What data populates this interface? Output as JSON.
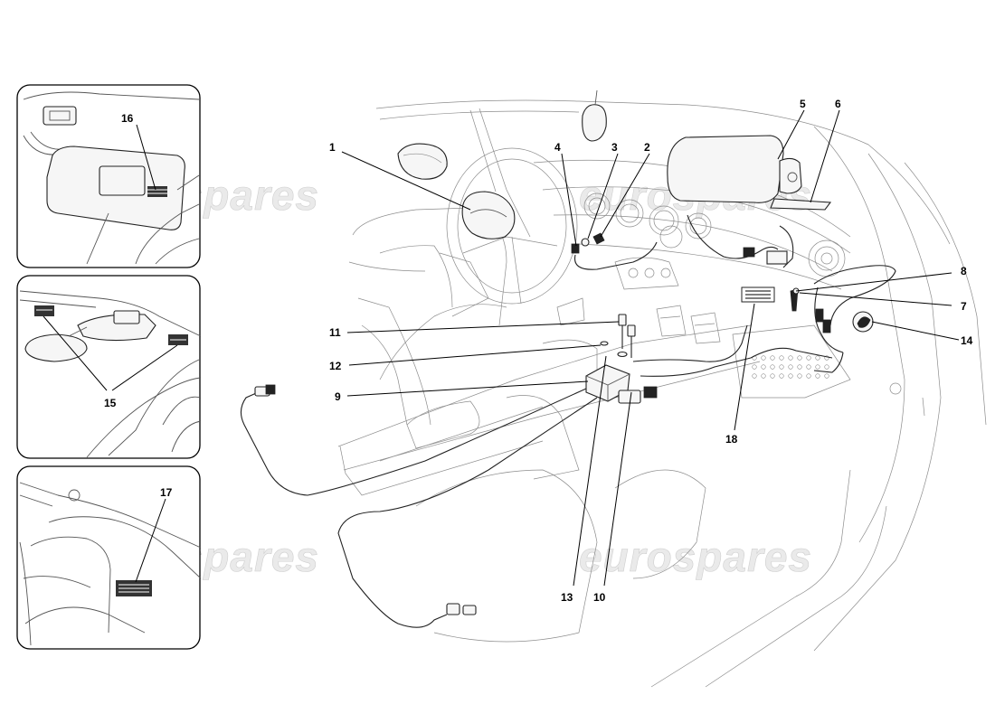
{
  "watermark": "eurospares",
  "callouts": {
    "c1": "1",
    "c2": "2",
    "c3": "3",
    "c4": "4",
    "c5": "5",
    "c6": "6",
    "c7": "7",
    "c8": "8",
    "c9": "9",
    "c10": "10",
    "c11": "11",
    "c12": "12",
    "c13": "13",
    "c14": "14",
    "c15": "15",
    "c16": "16",
    "c17": "17",
    "c18": "18"
  }
}
